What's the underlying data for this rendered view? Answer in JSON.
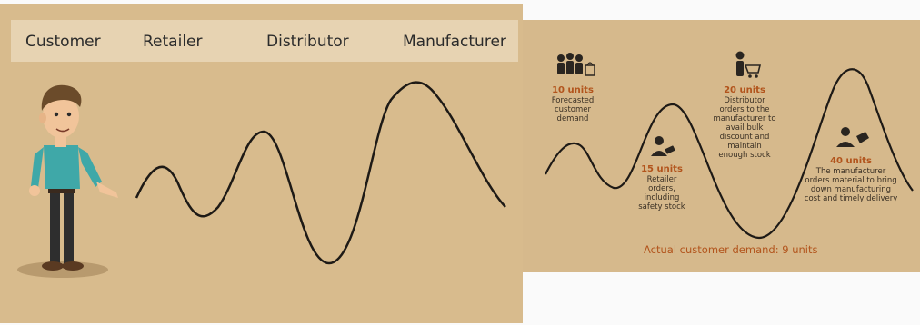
{
  "stages": [
    "Customer",
    "Retailer",
    "Distributor",
    "Manufacturer"
  ],
  "annotations": [
    {
      "units": "10 units",
      "text": "Forecasted customer demand",
      "icon": "group-shopping-icon"
    },
    {
      "units": "15 units",
      "text": "Retailer orders, including safety stock",
      "icon": "retailer-icon"
    },
    {
      "units": "20 units",
      "text": "Distributor orders to the manufacturer to avail bulk discount and maintain enough stock",
      "icon": "distributor-cart-icon"
    },
    {
      "units": "40 units",
      "text": "The manufacturer orders material to bring down manufacturing cost and timely delivery",
      "icon": "manufacturer-tag-icon"
    }
  ],
  "actual_demand": "Actual customer demand: 9 units",
  "colors": {
    "background": "#d8bb8d",
    "header": "#e7d3b2",
    "accent": "#b2541c",
    "curve": "#1e1a16"
  }
}
